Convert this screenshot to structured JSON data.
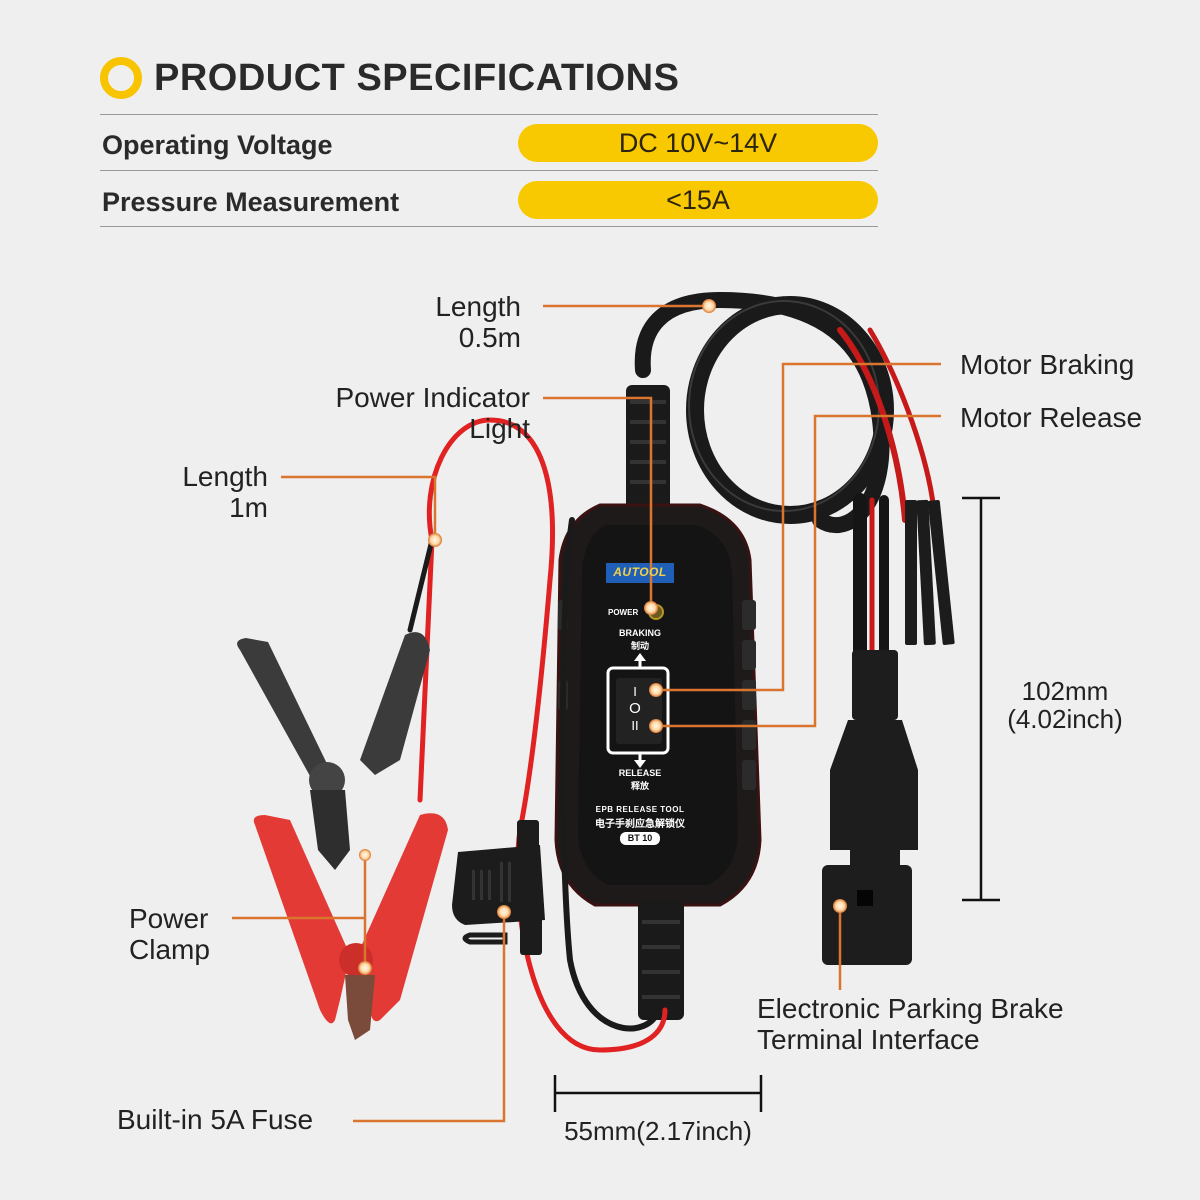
{
  "header": {
    "title": "PRODUCT SPECIFICATIONS",
    "accent_color": "#f8c400"
  },
  "specs": [
    {
      "label": "Operating Voltage",
      "value": "DC 10V~14V"
    },
    {
      "label": "Pressure Measurement",
      "value": "<15A"
    }
  ],
  "callouts": {
    "length_05": {
      "line1": "Length",
      "line2": "0.5m"
    },
    "power_indicator": {
      "line1": "Power Indicator",
      "line2": "Light"
    },
    "length_1": {
      "line1": "Length",
      "line2": "1m"
    },
    "motor_braking": {
      "text": "Motor Braking"
    },
    "motor_release": {
      "text": "Motor Release"
    },
    "power_clamp": {
      "line1": "Power",
      "line2": "Clamp"
    },
    "fuse": {
      "text": "Built-in 5A Fuse"
    },
    "epb_interface": {
      "line1": "Electronic Parking Brake",
      "line2": "Terminal Interface"
    }
  },
  "dimensions": {
    "height": {
      "line1": "102mm",
      "line2": "(4.02inch)"
    },
    "width": {
      "text": "55mm(2.17inch)"
    }
  },
  "device": {
    "brand": "AUTOOL",
    "power_label": "POWER",
    "braking_label": "BRAKING",
    "braking_label_cn": "制动",
    "release_label": "RELEASE",
    "release_label_cn": "释放",
    "product_name": "EPB RELEASE TOOL",
    "product_name_cn": "电子手刹应急解锁仪",
    "model": "BT 10",
    "switch_top": "I",
    "switch_mid": "O",
    "switch_bottom": "II"
  },
  "colors": {
    "leader_line": "#d9752e",
    "pill": "#f8c800",
    "device_body": "#1c1c1c",
    "clamp_red": "#e53a36",
    "clamp_black": "#3a3a3a",
    "brand_blue": "#1f5fb8"
  }
}
